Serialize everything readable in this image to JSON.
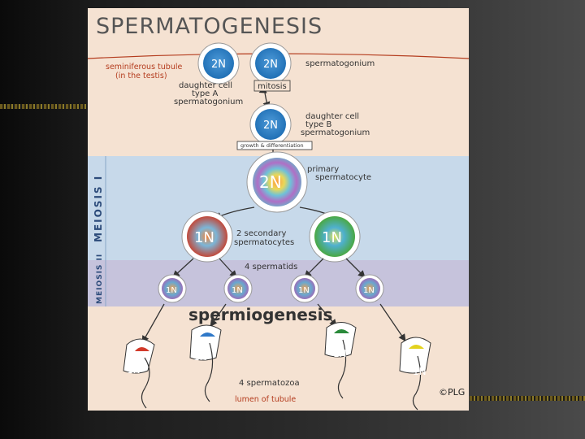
{
  "title": "SPERMATOGENESIS",
  "labels": {
    "tubule_line1": "seminiferous tubule",
    "tubule_line2": "(in the testis)",
    "spermatogonium": "spermatogonium",
    "mitosis": "mitosis",
    "daughter_a_1": "daughter cell",
    "daughter_a_2": "type A",
    "daughter_a_3": "spermatogonium",
    "daughter_b_1": "daughter cell",
    "daughter_b_2": "type B",
    "daughter_b_3": "spermatogonium",
    "growth": "growth & differentiation",
    "primary_1": "primary",
    "primary_2": "spermatocyte",
    "secondary_1": "2 secondary",
    "secondary_2": "spermatocytes",
    "spermatids": "4 spermatids",
    "spermiogenesis": "spermiogenesis",
    "spermatozoa": "4 spermatozoa",
    "lumen": "lumen of tubule",
    "copyright": "©PLG"
  },
  "bands": {
    "meiosis1": "MEIOSIS I",
    "meiosis2": "MEIOSIS II"
  },
  "ploidy": {
    "two_n": "2N",
    "one_n": "1N"
  },
  "colors": {
    "background": "#f5e2d2",
    "band1": "#c7d9ea",
    "band2": "#c6c3dc",
    "cell_blue": "#2f7fc4",
    "title_gray": "#555555",
    "red_text": "#b43c1e",
    "cap_red": "#d23a2a",
    "cap_blue": "#2f78c8",
    "cap_green": "#2a8a3a",
    "cap_yellow": "#e3d21e"
  }
}
